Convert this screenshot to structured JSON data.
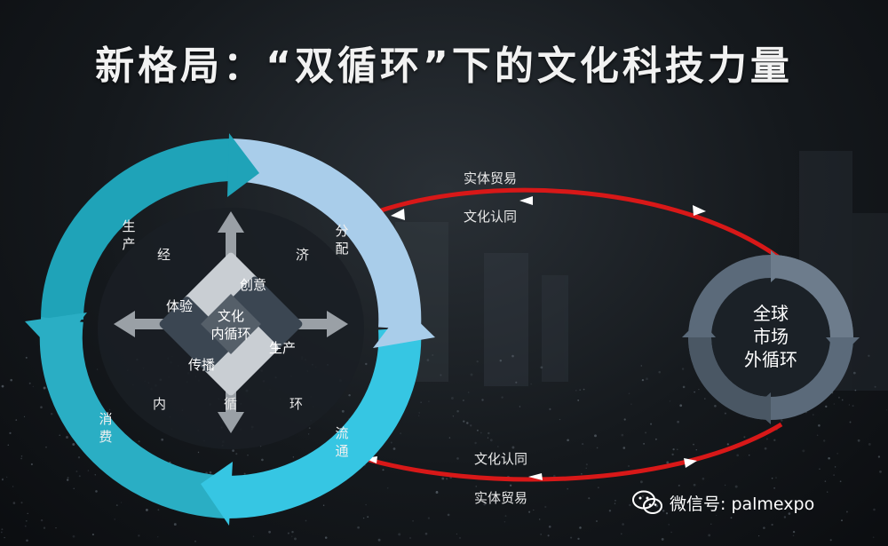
{
  "title": "新格局：“双循环”下的文化科技力量",
  "inner_cycle": {
    "center_label": "文化\n内循环",
    "nodes": [
      "创意",
      "生产",
      "传播",
      "体验"
    ]
  },
  "domestic_cycle": {
    "segments": [
      "生产",
      "分配",
      "流通",
      "消费"
    ],
    "inner_words": [
      "经",
      "济",
      "环",
      "循",
      "内"
    ]
  },
  "global_cycle": {
    "label": "全球\n市场\n外循环"
  },
  "links": {
    "top_upper": "实体贸易",
    "top_lower": "文化认同",
    "bottom_upper": "文化认同",
    "bottom_lower": "实体贸易"
  },
  "watermark": {
    "label": "微信号: palmexpo"
  },
  "colors": {
    "ring_teal": "#1fa3b8",
    "ring_lightblue": "#a9cdea",
    "ring_cyan": "#36c6e3",
    "link_red": "#d81818",
    "global_ring": "#5b6a7a"
  }
}
